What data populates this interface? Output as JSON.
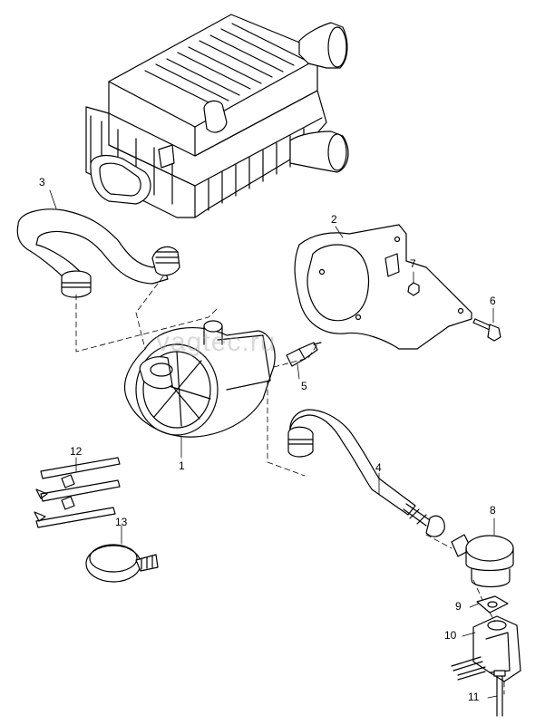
{
  "watermark": "vagtec.ru",
  "callouts": {
    "c1": "1",
    "c2": "2",
    "c3": "3",
    "c4": "4",
    "c5": "5",
    "c6": "6",
    "c7": "7",
    "c8": "8",
    "c9": "9",
    "c10": "10",
    "c11": "11",
    "c12": "12",
    "c13": "13"
  },
  "colors": {
    "line": "#000000",
    "background": "#ffffff",
    "watermark": "#aaaaaa"
  }
}
